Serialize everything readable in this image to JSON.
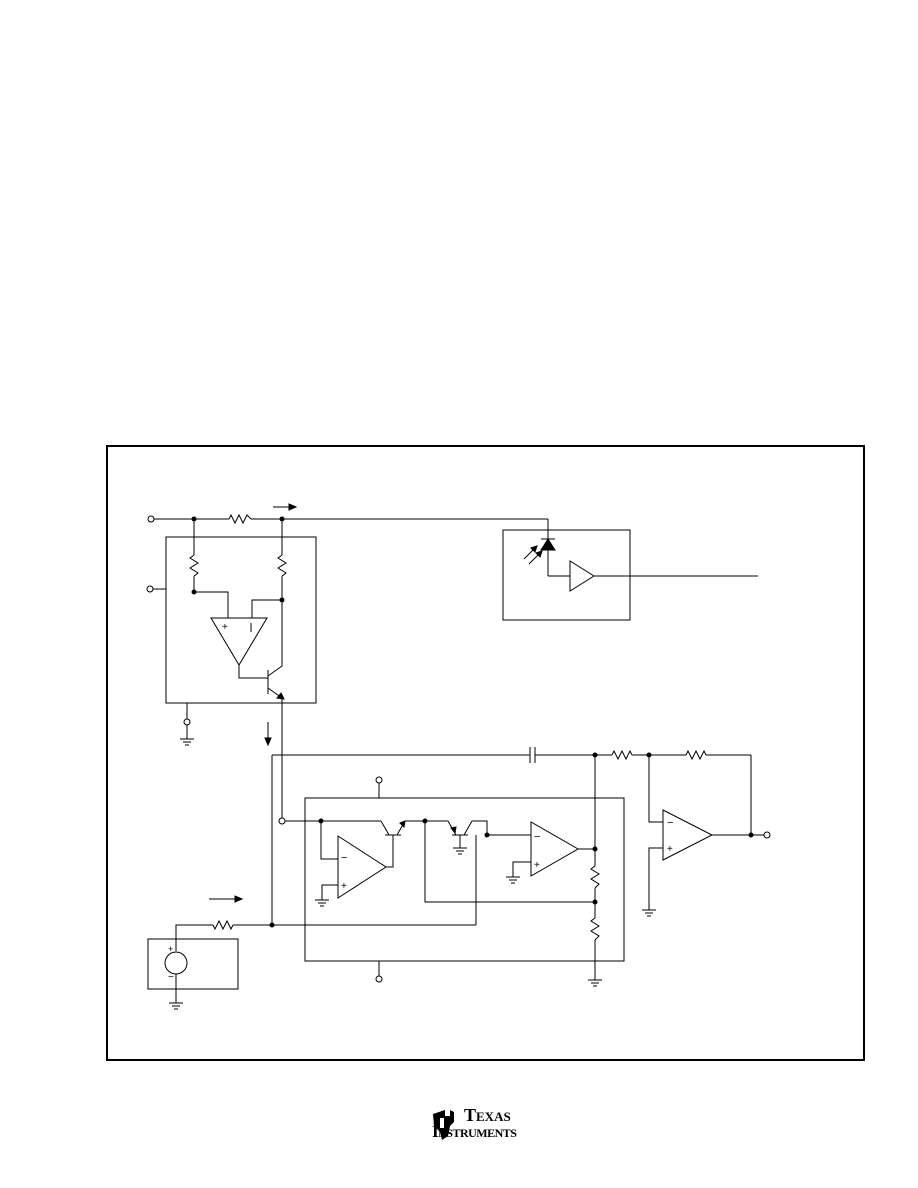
{
  "figure": {
    "frame": "schematic-frame"
  },
  "logo": {
    "brand_line1": "Texas",
    "brand_line2": "Instruments"
  },
  "colors": {
    "ink": "#000000",
    "paper": "#ffffff"
  }
}
